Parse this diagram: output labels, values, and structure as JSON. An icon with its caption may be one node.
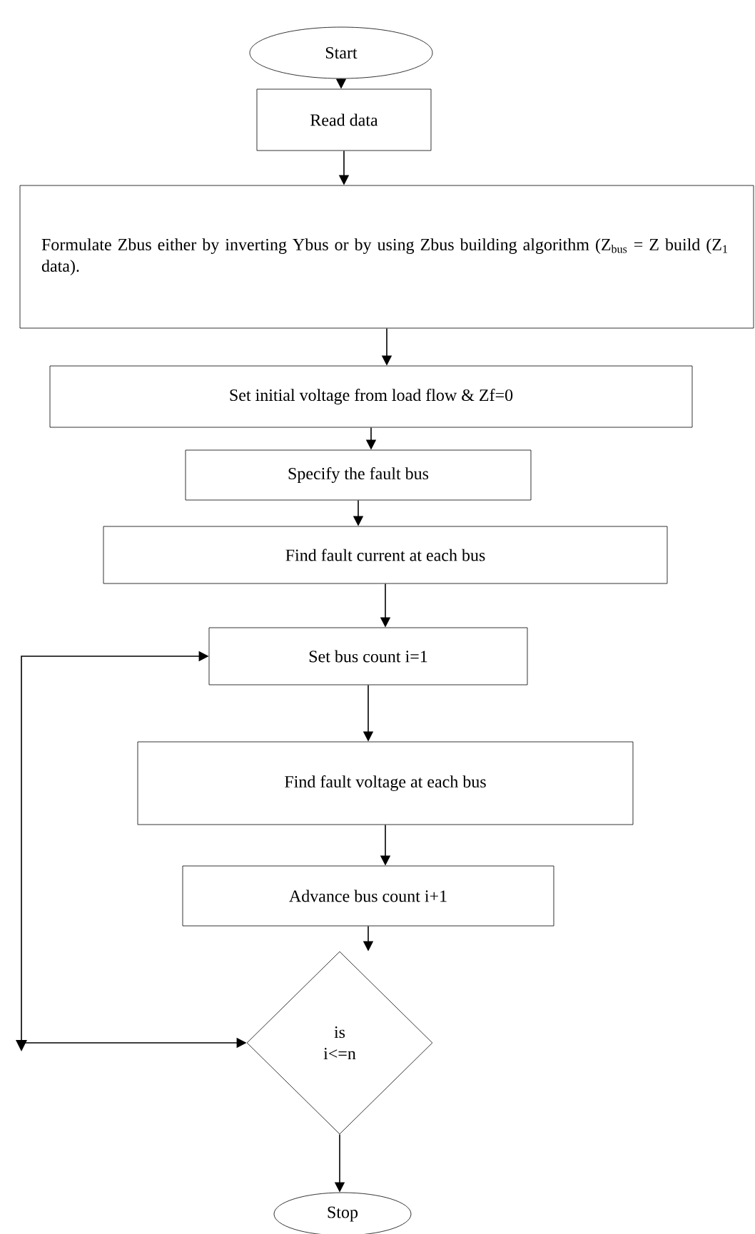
{
  "diagram": {
    "nodes": [
      {
        "text": [
          "Start"
        ]
      },
      {
        "text": [
          "Read data"
        ]
      },
      {
        "text": [
          "Formulate Zbus either by inverting Ybus or by using Zbus building algorithm (Z$_{bus}$ = Z build (Z$_{1}$ data)."
        ]
      },
      {
        "text": [
          "Set initial voltage from load flow & Zf=0"
        ]
      },
      {
        "text": [
          "Specify the fault bus"
        ]
      },
      {
        "text": [
          "Find fault current at each bus"
        ]
      },
      {
        "text": [
          "Set bus count i=1"
        ]
      },
      {
        "text": [
          "Find fault voltage at each bus"
        ]
      },
      {
        "text": [
          "Advance bus count i+1"
        ]
      },
      {
        "text": [
          "is i<=n"
        ]
      },
      {
        "text": [
          "Stop"
        ]
      }
    ],
    "edges": [
      {
        "from": 0,
        "to": 1,
        "arrow": "to"
      },
      {
        "from": 1,
        "to": 2,
        "arrow": "to"
      },
      {
        "from": 2,
        "to": 3,
        "arrow": "to"
      },
      {
        "from": 3,
        "to": 4,
        "arrow": "to"
      },
      {
        "from": 4,
        "to": 5,
        "arrow": "to"
      },
      {
        "from": 5,
        "to": 6,
        "arrow": "to"
      },
      {
        "from": 6,
        "to": 7,
        "arrow": "to"
      },
      {
        "from": 7,
        "to": 8,
        "arrow": "to"
      },
      {
        "from": 8,
        "to": 9,
        "arrow": "to"
      },
      {
        "from": 9,
        "to": 10,
        "arrow": "to"
      },
      {
        "from": 9,
        "to": 6,
        "arrow": "both"
      }
    ]
  }
}
